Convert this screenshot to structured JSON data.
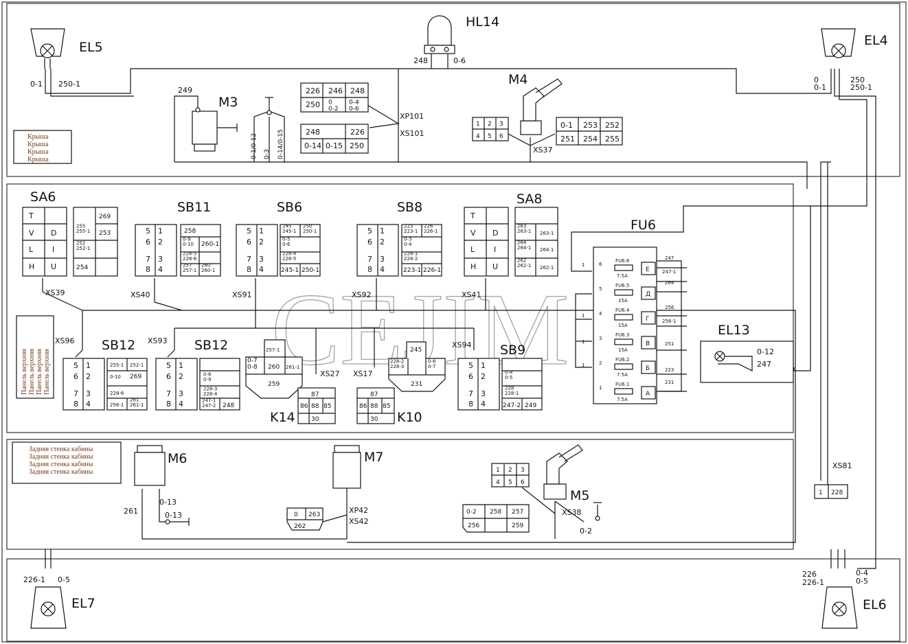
{
  "watermark": "CEJIM",
  "zone_labels": {
    "roof": [
      "Крыша",
      "Крыша",
      "Крыша",
      "Крыша"
    ],
    "panel": [
      "Панель верхняя",
      "Панель верхняя",
      "Панель верхняя",
      "Панель верхняя"
    ],
    "rear": [
      "Задняя стенка кабины",
      "Задняя стенка кабины",
      "Задняя стенка кабины",
      "Задняя стенка кабины"
    ]
  },
  "lamps": {
    "EL5": {
      "label": "EL5",
      "wires": [
        "0-1",
        "250-1"
      ]
    },
    "EL4": {
      "label": "EL4",
      "wires": [
        "0",
        "0-1",
        "250",
        "250-1"
      ]
    },
    "EL7": {
      "label": "EL7",
      "wires": [
        "226-1",
        "0-5"
      ]
    },
    "EL6": {
      "label": "EL6",
      "wires": [
        "226",
        "226-1",
        "0-4",
        "0-5"
      ]
    },
    "EL13": {
      "label": "EL13",
      "wires": [
        "0-12",
        "247"
      ]
    }
  },
  "HL14": {
    "label": "HL14",
    "wires": [
      "248",
      "0-6"
    ]
  },
  "M3": {
    "label": "M3",
    "wire": "249",
    "verticals": [
      "0-1/0-12",
      "0-3",
      "0-14/0-15"
    ]
  },
  "XP101": {
    "label_top": "XP101",
    "label_bot": "XS101",
    "top_row1": [
      "226",
      "246",
      "248"
    ],
    "top_row2": [
      "250",
      "0\n0-2",
      "0-4\n0-6"
    ],
    "bot_row1": [
      "248",
      "",
      "226"
    ],
    "bot_row2": [
      "0-14",
      "0-15",
      "250"
    ]
  },
  "M4": {
    "label": "M4",
    "connector": "XS37",
    "pins": [
      "1",
      "2",
      "3",
      "4",
      "5",
      "6"
    ],
    "table": [
      [
        "0-1",
        "253",
        "252"
      ],
      [
        "251",
        "254",
        "255"
      ]
    ]
  },
  "SA6": {
    "label": "SA6",
    "connector": "XS39",
    "cells": [
      "T",
      "V",
      "D",
      "L",
      "I",
      "H",
      "U"
    ],
    "wires": [
      "269",
      "255\n255-1",
      "253",
      "252\n252-1",
      "254"
    ]
  },
  "SB11": {
    "label": "SB11",
    "connector": "XS40",
    "wires": [
      "258",
      "0-9\n0-10",
      "260-1",
      "228-5\n228-6",
      "257\n257-1",
      "260\n260-1"
    ]
  },
  "SB6": {
    "label": "SB6",
    "connector": "XS91",
    "wires": [
      "245\n245-1",
      "250\n250-1",
      "0-5\n0-6",
      "228-4\n228-5",
      "245-1",
      "250-1"
    ]
  },
  "SB8": {
    "label": "SB8",
    "connector": "XS92",
    "wires": [
      "223\n223-1",
      "226\n226-1",
      "0-3\n0-4",
      "228-1\n228-2",
      "223-1",
      "226-1"
    ]
  },
  "SA8": {
    "label": "SA8",
    "connector": "XS41",
    "wires": [
      "263\n263-1",
      "263-1",
      "264\n264-1",
      "264-1",
      "262\n262-1",
      "262-1"
    ]
  },
  "switch_nums": [
    "5",
    "1",
    "6",
    "2",
    "7",
    "3",
    "8",
    "4"
  ],
  "FU6": {
    "label": "FU6",
    "fuses": [
      {
        "name": "FU6.6",
        "amp": "7.5A",
        "letter": "Е",
        "pin": "6",
        "out": [
          "247",
          "247-1"
        ]
      },
      {
        "name": "FU6.5",
        "amp": "15A",
        "letter": "Д",
        "pin": "5",
        "out": [
          "264"
        ]
      },
      {
        "name": "FU6.4",
        "amp": "15A",
        "letter": "Г",
        "pin": "4",
        "out": [
          "256",
          "256-1"
        ]
      },
      {
        "name": "FU6.3",
        "amp": "15A",
        "letter": "В",
        "pin": "3",
        "out": [
          "251"
        ]
      },
      {
        "name": "FU6.2",
        "amp": "7.5A",
        "letter": "Б",
        "pin": "2",
        "out": [
          "223"
        ]
      },
      {
        "name": "FU6.1",
        "amp": "7.5A",
        "letter": "А",
        "pin": "1",
        "out": [
          "231"
        ]
      }
    ],
    "in_labels": [
      "1",
      "1",
      "1",
      "1"
    ]
  },
  "SB12a": {
    "label": "SB12",
    "connector": "XS96",
    "wires": [
      "255-1",
      "252-1",
      "0-10",
      "269",
      "228-6",
      "256-1",
      "261\n261-1"
    ]
  },
  "SB12b": {
    "label": "SB12",
    "connector": "XS93",
    "wires": [
      "0-8\n0-9",
      "228-3\n228-4",
      "247-1\n247-2",
      "248"
    ]
  },
  "blk257": {
    "wires": [
      "257-1",
      "0-7\n0-8",
      "260",
      "261-1",
      "259"
    ]
  },
  "K14": {
    "label": "K14",
    "connector": "XS27",
    "pins": [
      "87",
      "86",
      "88",
      "85",
      "30"
    ]
  },
  "K10": {
    "label": "K10",
    "connector": "XS17",
    "pins": [
      "87",
      "86",
      "88",
      "85",
      "30"
    ]
  },
  "blk245": {
    "wires": [
      "245",
      "228-2\n228-3",
      "0-6\n0-7",
      "231"
    ]
  },
  "SB9": {
    "label": "SB9",
    "connector": "XS94",
    "wires": [
      "0-4\n0-5",
      "228\n228-1",
      "247-2",
      "249"
    ]
  },
  "M6": {
    "label": "M6",
    "wires": [
      "261",
      "0-13",
      "0-13"
    ]
  },
  "M7": {
    "label": "M7",
    "connector_top": "XP42",
    "connector_bot": "XS42",
    "table_top": [
      "0",
      "263"
    ],
    "table_bot": [
      "262"
    ]
  },
  "M5": {
    "label": "M5",
    "connector": "XS38",
    "pins": [
      "1",
      "2",
      "3",
      "4",
      "5",
      "6"
    ],
    "table": [
      [
        "0-2",
        "258",
        "257"
      ],
      [
        "256",
        "",
        "259"
      ]
    ],
    "ground": "0-2"
  },
  "XS81": {
    "label": "XS81",
    "cells": [
      "1",
      "228"
    ]
  }
}
